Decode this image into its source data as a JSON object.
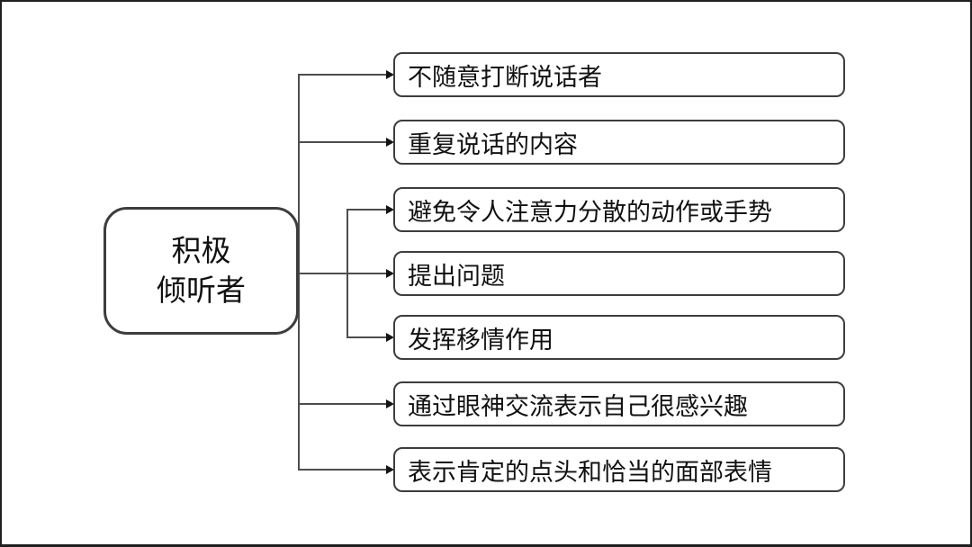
{
  "diagram": {
    "type": "mind-map",
    "root": {
      "label_line1": "积极",
      "label_line2": "倾听者"
    },
    "branches": [
      {
        "label": "不随意打断说话者",
        "line": "main"
      },
      {
        "label": "重复说话的内容",
        "line": "main"
      },
      {
        "label": "避免令人注意力分散的动作或手势",
        "line": "secondary"
      },
      {
        "label": "提出问题",
        "line": "main"
      },
      {
        "label": "发挥移情作用",
        "line": "secondary"
      },
      {
        "label": "通过眼神交流表示自己很感兴趣",
        "line": "main"
      },
      {
        "label": "表示肯定的点头和恰当的面部表情",
        "line": "main"
      }
    ],
    "colors": {
      "background": "#ffffff",
      "box_border": "#3d3d3d",
      "connector_line": "#4d4d4d",
      "arrow": "#141414",
      "text": "#111111",
      "frame_border": "#1f1f1f"
    }
  }
}
